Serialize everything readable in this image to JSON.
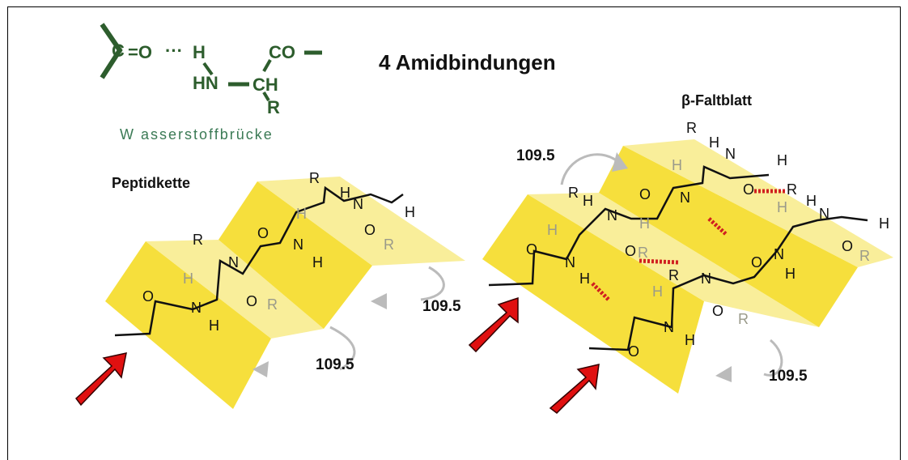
{
  "formula": {
    "atoms": [
      "C",
      "=O",
      "H",
      "HN",
      "CH",
      "CO",
      "R"
    ],
    "bridge_label": "W asserstoffbrücke"
  },
  "title": "4 Amidbindungen",
  "left_label": "Peptidkette",
  "right_label": "β-Faltblatt",
  "angles": [
    "109.5",
    "109.5",
    "109.5",
    "109.5"
  ],
  "colors": {
    "sheet": "#f6df3c",
    "sheet_light": "#f9ee9a",
    "formula": "#2d5d2d",
    "arrow": "#e01010",
    "hbond": "#d02020"
  }
}
